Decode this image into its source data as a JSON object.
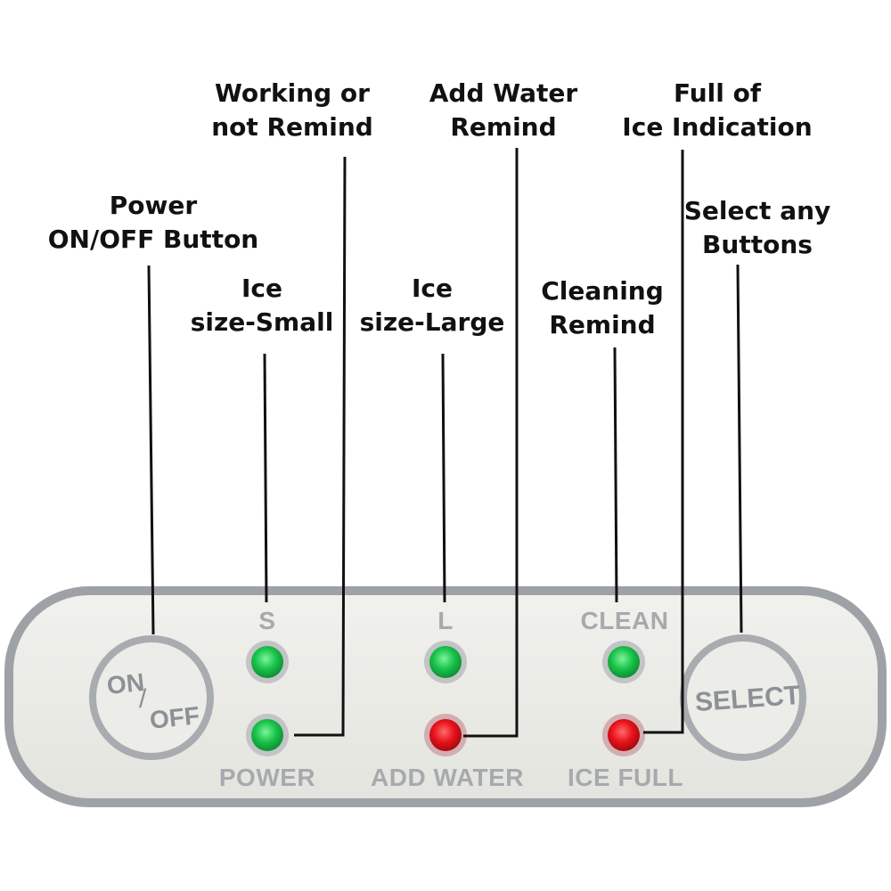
{
  "callouts": {
    "working_remind": [
      "Working or",
      "not Remind"
    ],
    "add_water_remind": [
      "Add Water",
      "Remind"
    ],
    "ice_full_indication": [
      "Full of",
      "Ice Indication"
    ],
    "power_button": [
      "Power",
      "ON/OFF Button"
    ],
    "select_buttons": [
      "Select any",
      "Buttons"
    ],
    "ice_small": [
      "Ice",
      "size-Small"
    ],
    "ice_large": [
      "Ice",
      "size-Large"
    ],
    "cleaning_remind": [
      "Cleaning",
      "Remind"
    ]
  },
  "panel": {
    "label_s": "S",
    "label_l": "L",
    "label_clean": "CLEAN",
    "label_power": "POWER",
    "label_add_water": "ADD WATER",
    "label_ice_full": "ICE FULL",
    "on_off_on": "ON",
    "on_off_slash": "/",
    "on_off_off": "OFF",
    "select": "SELECT"
  },
  "indicators": {
    "s": "green",
    "l": "green",
    "clean": "green",
    "power": "green",
    "add_water": "red",
    "ice_full": "red"
  },
  "colors": {
    "panel_fill": "#ebebe6",
    "panel_border": "#9ea2a6",
    "led_green": "#19c24a",
    "led_red": "#e8121a",
    "led_ring": "#b9bcbf",
    "label_gray": "#a7aaad",
    "leader_line": "#111111"
  }
}
